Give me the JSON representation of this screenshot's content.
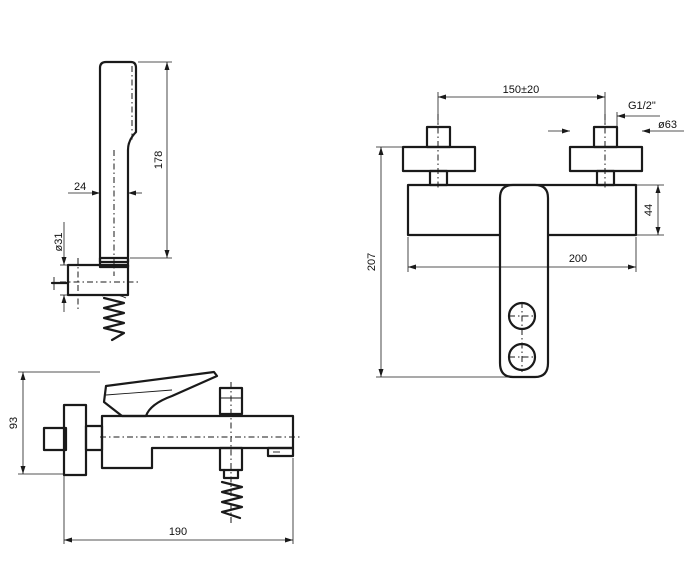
{
  "dimensions": {
    "hand_shower_length": "178",
    "hand_shower_width": "24",
    "holder_diameter": "ø31",
    "mixer_height": "93",
    "mixer_depth": "190",
    "center_distance": "150±20",
    "thread": "G1/2\"",
    "flange_diameter": "ø63",
    "body_height": "44",
    "body_width": "200",
    "total_height": "207"
  }
}
